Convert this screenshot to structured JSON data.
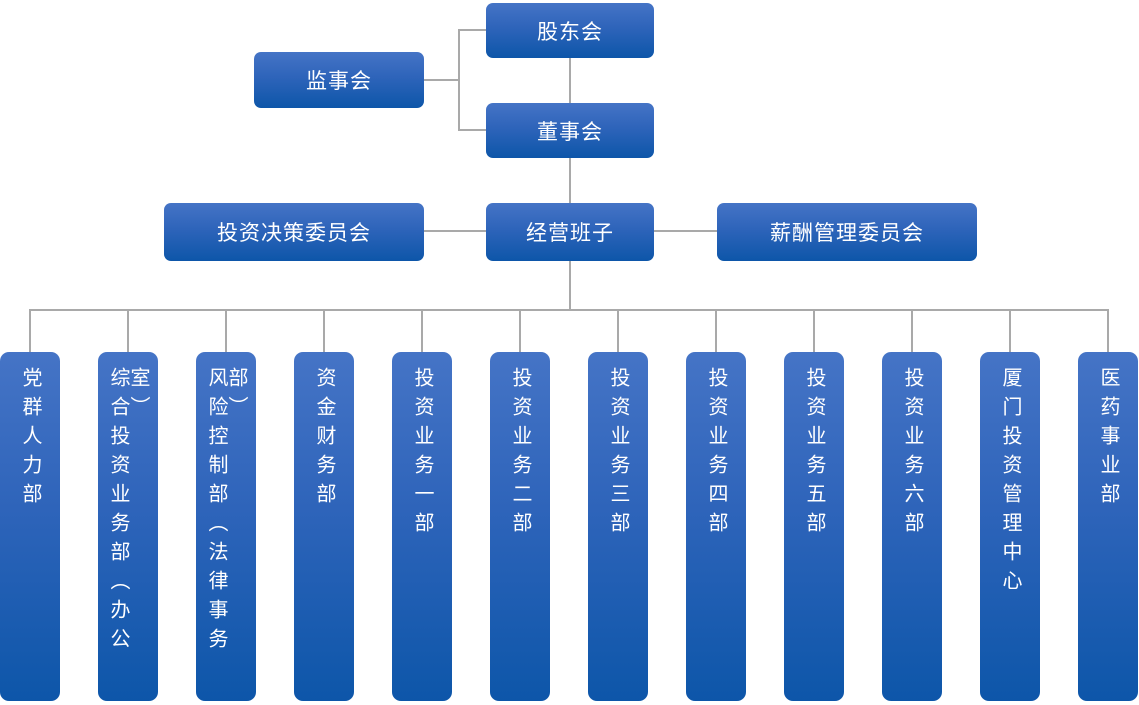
{
  "chart": {
    "type": "org-chart",
    "background": "#ffffff",
    "colors": {
      "node_gradient_top": "#4574c6",
      "node_gradient_bottom": "#0d56a9",
      "node_text": "#ffffff",
      "connector": "#a9a9a9"
    },
    "nodes": {
      "shareholders": "股东会",
      "supervisors": "监事会",
      "board": "董事会",
      "investment_committee": "投资决策委员会",
      "management_team": "经营班子",
      "compensation_committee": "薪酬管理委员会"
    },
    "edges": [
      {
        "from": "股东会",
        "to": "董事会"
      },
      {
        "from": "监事会",
        "to": "股东会/董事会"
      },
      {
        "from": "董事会",
        "to": "经营班子"
      },
      {
        "from": "经营班子",
        "to": "投资决策委员会"
      },
      {
        "from": "经营班子",
        "to": "薪酬管理委员会"
      },
      {
        "from": "经营班子",
        "to": "12个下属部门"
      }
    ],
    "departments": [
      {
        "label": "党群人力部"
      },
      {
        "label": "综合投资业务部（办公室）"
      },
      {
        "label": "风险控制部（法律事务部）"
      },
      {
        "label": "资金财务部"
      },
      {
        "label": "投资业务一部"
      },
      {
        "label": "投资业务二部"
      },
      {
        "label": "投资业务三部"
      },
      {
        "label": "投资业务四部"
      },
      {
        "label": "投资业务五部"
      },
      {
        "label": "投资业务六部"
      },
      {
        "label": "厦门投资管理中心"
      },
      {
        "label": "医药事业部"
      }
    ]
  }
}
